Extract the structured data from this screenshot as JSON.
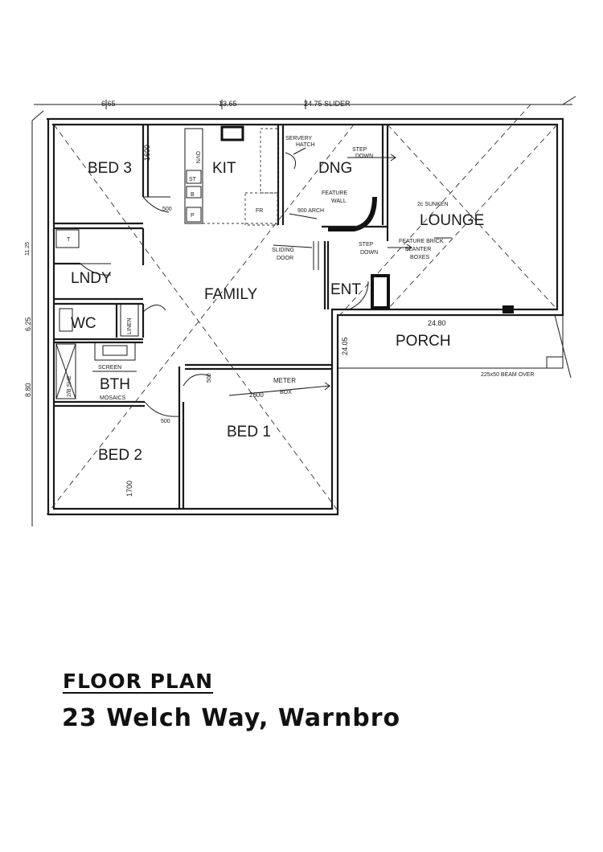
{
  "title": "FLOOR PLAN",
  "address": "23 Welch Way, Warnbro",
  "rooms": {
    "bed3": "BED 3",
    "kit": "KIT",
    "dng": "DNG",
    "lounge": "LOUNGE",
    "lndy": "LNDY",
    "family": "FAMILY",
    "ent": "ENT",
    "wc": "WC",
    "bth": "BTH",
    "porch": "PORCH",
    "bed2": "BED 2",
    "bed1": "BED 1"
  },
  "annotations": {
    "dim_1": "6.65",
    "dim_2": "13.65",
    "dim_3": "24.75 SLIDER",
    "dim_4": "1600",
    "dim_5": "11.25",
    "dim_6": "6.25",
    "dim_7": "8.80",
    "dim_8": "24.80",
    "dim_9": "24.05",
    "dim_10": "1700",
    "dim_11": "500",
    "dim_12": "500",
    "dim_13": "500",
    "dim_14": "2600",
    "servery_1": "SERVERY",
    "servery_2": "HATCH",
    "step_down_1": "STEP",
    "step_down_1b": "DOWN",
    "feature_wall_1": "FEATURE",
    "feature_wall_2": "WALL",
    "arch": "900 ARCH",
    "sunken": "2c SUNKEN",
    "feature_brick": "FEATURE BRICK",
    "planter_1": "PLANTER",
    "planter_2": "BOXES",
    "step_down_2": "STEP",
    "step_down_2b": "DOWN",
    "sliding_1": "SLIDING",
    "sliding_2": "DOOR",
    "meter": "METER",
    "meter_box": "BOX",
    "beam": "225x50 BEAM OVER",
    "screen": "SCREEN",
    "mosaics": "MOSAICS",
    "linen": "LINEN",
    "robe": "2/B SHE",
    "kit_ov": "OVN",
    "kit_st": "ST",
    "kit_b": "B",
    "kit_p": "P",
    "kit_fr": "FR",
    "lndy_t": "T"
  }
}
